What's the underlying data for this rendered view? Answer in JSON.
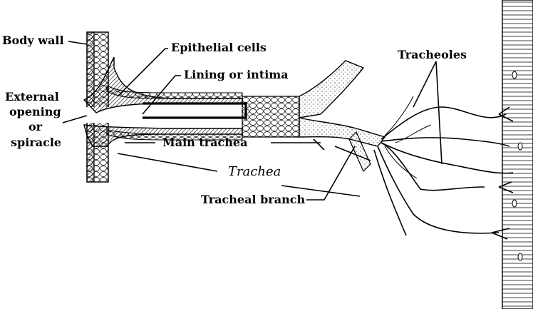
{
  "labels": {
    "body_wall": "Body wall",
    "epithelial_cells": "Epithelial cells",
    "lining": "Lining or intima",
    "external_1": "External",
    "external_2": "opening",
    "external_3": "or",
    "external_4": "spiracle",
    "tracheoles": "Tracheoles",
    "main_trachea": "Main trachea",
    "trachea": "Trachea",
    "tracheal_branch": "Tracheal branch"
  }
}
